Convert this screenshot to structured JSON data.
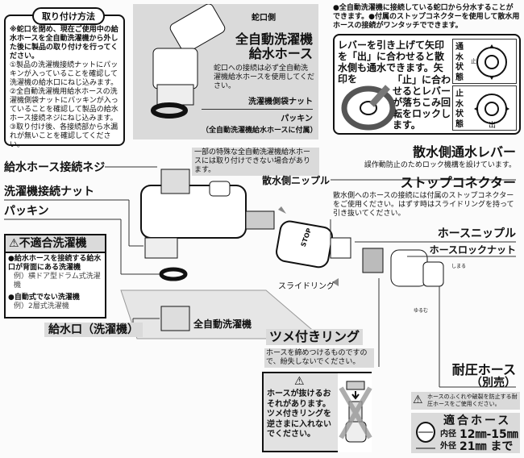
{
  "install": {
    "title": "取り付け方法",
    "note": "※蛇口を閉め、現在ご使用中の給水ホースを全自動洗濯機から外した後に製品の取り付けを行ってください。",
    "steps": [
      "①製品の洗濯機接続ナットにパッキンが入っていることを確認して洗濯機の給水口にねじ込みます。",
      "②全自動洗濯機用給水ホースの洗濯機側袋ナットにパッキンが入っていることを確認して製品の給水ホース接続ネジにねじ込みます。",
      "③取り付け後、各接続部から水漏れが無いことを確認してください。"
    ]
  },
  "hose_panel": {
    "faucet_side": "蛇口側",
    "title": "全自動洗濯機給水ホース",
    "desc": "蛇口への接続は必ず全自動洗濯機給水ホースを使用してください。",
    "bag_nut": "洗濯機側袋ナット",
    "packing": "パッキン",
    "packing_note": "（全自動洗濯機給水ホースに付属）"
  },
  "features": {
    "intro": "●全自動洗濯機に接続している蛇口から分水することができます。●付属のストップコネクターを使用して散水用ホースの接続がワンタッチでできます。",
    "lever_text1": "レバーを引き上げて矢印を「出」に合わせると散水側も通水できます。矢印を",
    "lever_text2": "「止」に合わせるとレバーが落ちこみ回転をロックします。",
    "state_open": "通水状態",
    "state_closed": "止水状態",
    "mark_out": "出",
    "mark_stop": "止"
  },
  "labels": {
    "hose_thread": "給水ホース接続ネジ",
    "washer_nut": "洗濯機接続ナット",
    "packing": "パッキン",
    "special_warning": "一部の特殊な全自動洗濯機給水ホースには取り付けできない場合があります。",
    "spray_nipple": "散水側ニップル",
    "lever": "散水側通水レバー",
    "lever_desc": "誤作動防止のためロック機構を設けています。",
    "stop_connector": "ストップコネクター",
    "stop_connector_desc": "散水側へのホースの接続には付属のストップコネクターをご使用ください。はずす時はスライドリングを持って引き抜いてください。",
    "hose_nipple": "ホースニップル",
    "hose_lock_nut": "ホースロックナット",
    "tighten": "しまる",
    "loosen": "ゆるむ",
    "slide_ring": "スライドリング",
    "stop_mark": "STOP",
    "inlet": "給水口（洗濯機）",
    "auto_washer": "全自動洗濯機",
    "claw_ring": "ツメ付きリング",
    "claw_ring_desc": "ホースを締めつけるものですので、紛失しないでください。",
    "claw_warning": "ホースが抜けるおそれがあります。ツメ付きリングを逆さまに入れないでください。",
    "pressure_hose": "耐圧ホース",
    "pressure_hose_sub": "（別売）",
    "pressure_warning": "ホースのふくれや破裂を防止する耐圧ホースをご使用ください。"
  },
  "incompatible": {
    "title": "不適合洗濯機",
    "items": [
      {
        "text": "●給水ホースを接続する給水口が背面にある洗濯機",
        "example": "例）横ドア型ドラム式洗濯機"
      },
      {
        "text": "●自動式でない洗濯機",
        "example": "例）2層式洗濯機"
      }
    ]
  },
  "fit_hose": {
    "title": "適合ホース",
    "inner_label": "内径",
    "inner_value": "12㎜-15㎜",
    "outer_label": "外径",
    "outer_value": "21㎜ まで"
  }
}
